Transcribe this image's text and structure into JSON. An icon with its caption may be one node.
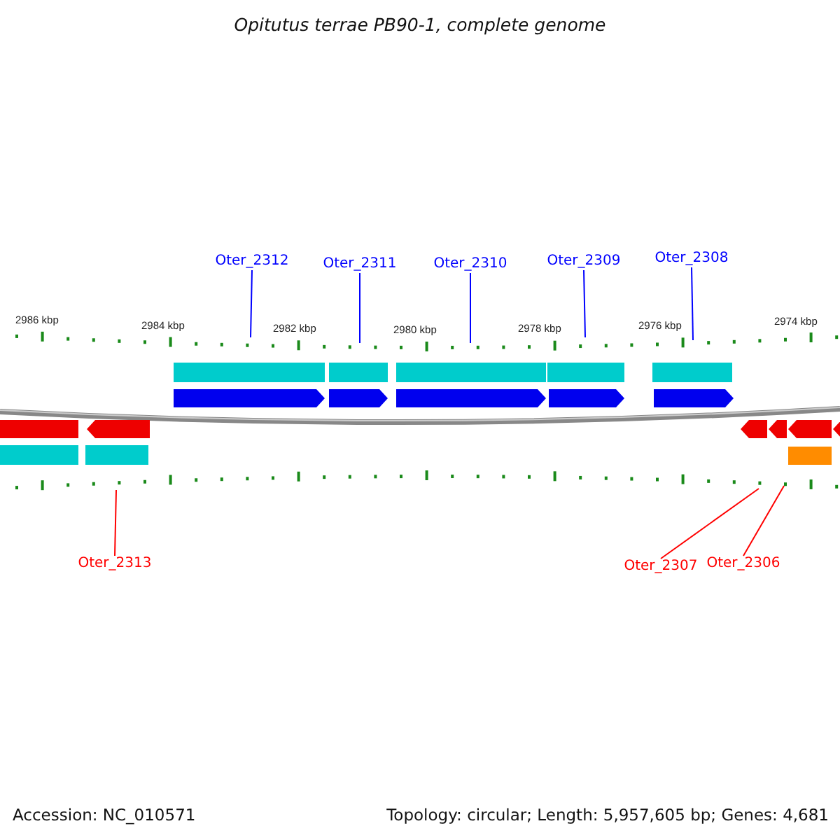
{
  "diagram": {
    "title": "Opitutus terrae PB90-1, complete genome",
    "nodes": [
      {
        "text": [
          "Oter_2312"
        ]
      },
      {
        "text": [
          "Oter_2311"
        ]
      },
      {
        "text": [
          "Oter_2310"
        ]
      },
      {
        "text": [
          "Oter_2309"
        ]
      },
      {
        "text": [
          "Oter_2308"
        ]
      },
      {
        "text": [
          "Oter_2313"
        ]
      },
      {
        "text": [
          "Oter_2307"
        ]
      },
      {
        "text": [
          "Oter_2306"
        ]
      }
    ],
    "edges": [
      {
        "from": 0,
        "to": null,
        "arrow": "none"
      },
      {
        "from": 1,
        "to": null,
        "arrow": "none"
      },
      {
        "from": 2,
        "to": null,
        "arrow": "none"
      },
      {
        "from": 3,
        "to": null,
        "arrow": "none"
      },
      {
        "from": 4,
        "to": null,
        "arrow": "none"
      },
      {
        "from": 5,
        "to": null,
        "arrow": "none",
        "color": "#ff0000"
      },
      {
        "from": 6,
        "to": null,
        "arrow": "none",
        "color": "#ff0000"
      },
      {
        "from": 7,
        "to": null,
        "arrow": "none",
        "color": "#ff0000"
      }
    ],
    "labels": [
      "2986 kbp",
      "2984 kbp",
      "2982 kbp",
      "2980 kbp",
      "2978 kbp",
      "2976 kbp",
      "2974 kbp",
      "Accession: NC_010571",
      "Topology: circular; Length: 5,957,605 bp; Genes: 4,681"
    ]
  }
}
